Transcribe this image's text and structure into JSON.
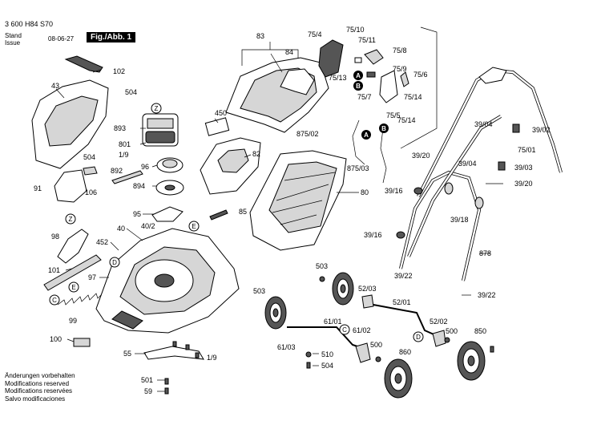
{
  "header": {
    "doc_number": "3 600 H84 S70",
    "stand_label": "Stand",
    "issue_label": "Issue",
    "date": "08-06-27",
    "figure": "Fig./Abb. 1"
  },
  "footer": {
    "lines": [
      "Änderungen vorbehalten",
      "Modifications reserved",
      "Modifications reservées",
      "Salvo modificaciones"
    ]
  },
  "markers": [
    "A",
    "B",
    "C",
    "D",
    "E",
    "Z"
  ],
  "part_labels": {
    "p83": "83",
    "p84": "84",
    "p75_4": "75/4",
    "p75_10": "75/10",
    "p75_11": "75/11",
    "p75_8": "75/8",
    "p75_9": "75/9",
    "p75_6": "75/6",
    "p75_13": "75/13",
    "p75_7": "75/7",
    "p75_14a": "75/14",
    "p75_5": "75/5",
    "p75_14b": "75/14",
    "p102": "102",
    "p43": "43",
    "p504a": "504",
    "p893": "893",
    "p801": "801",
    "p1_9a": "1/9",
    "p504b": "504",
    "p96": "96",
    "p892": "892",
    "p91": "91",
    "p106": "106",
    "p894": "894",
    "p450": "450",
    "p82": "82",
    "p875_02": "875/02",
    "p875_03": "875/03",
    "p80": "80",
    "p95": "95",
    "p85": "85",
    "p40": "40",
    "p40_2": "40/2",
    "p98": "98",
    "p452": "452",
    "p101": "101",
    "p97": "97",
    "p99": "99",
    "p100": "100",
    "p55": "55",
    "p1_9b": "1/9",
    "p501": "501",
    "p59": "59",
    "p503a": "503",
    "p52_03": "52/03",
    "p503b": "503",
    "p52_01": "52/01",
    "p61_01": "61/01",
    "p61_02": "61/02",
    "p61_03": "61/03",
    "p52_02": "52/02",
    "p500a": "500",
    "p500b": "500",
    "p850": "850",
    "p510": "510",
    "p504c": "504",
    "p860": "860",
    "p39_04a": "39/04",
    "p39_02": "39/02",
    "p75_01": "75/01",
    "p39_20a": "39/20",
    "p39_04b": "39/04",
    "p39_03": "39/03",
    "p39_20b": "39/20",
    "p39_16a": "39/16",
    "p39_18": "39/18",
    "p39_16b": "39/16",
    "p878": "878",
    "p39_22a": "39/22",
    "p39_22b": "39/22"
  }
}
